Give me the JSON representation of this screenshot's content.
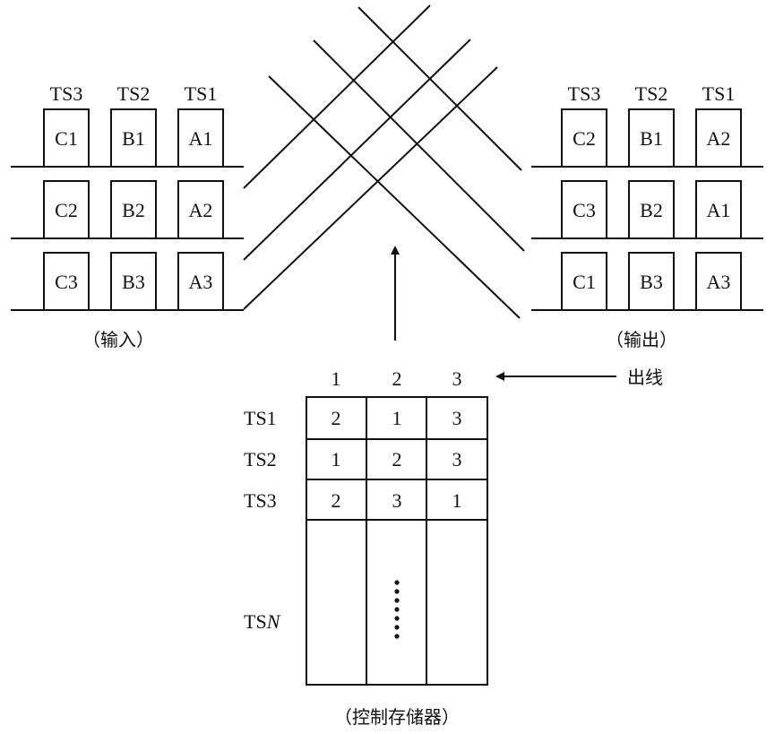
{
  "input": {
    "columns": [
      "TS3",
      "TS2",
      "TS1"
    ],
    "rows": [
      [
        "C1",
        "B1",
        "A1"
      ],
      [
        "C2",
        "B2",
        "A2"
      ],
      [
        "C3",
        "B3",
        "A3"
      ]
    ],
    "caption": "（输入）"
  },
  "output": {
    "columns": [
      "TS3",
      "TS2",
      "TS1"
    ],
    "rows": [
      [
        "C2",
        "B1",
        "A2"
      ],
      [
        "C3",
        "B2",
        "A1"
      ],
      [
        "C1",
        "B3",
        "A3"
      ]
    ],
    "caption": "（输出）"
  },
  "control_memory": {
    "column_headers": [
      "1",
      "2",
      "3"
    ],
    "row_labels": [
      "TS1",
      "TS2",
      "TS3"
    ],
    "rows": [
      [
        "2",
        "1",
        "3"
      ],
      [
        "1",
        "2",
        "3"
      ],
      [
        "2",
        "3",
        "1"
      ]
    ],
    "last_row_label_prefix": "TS",
    "last_row_label_var": "N",
    "caption": "（控制存储器）"
  },
  "outlet_label": "出线"
}
